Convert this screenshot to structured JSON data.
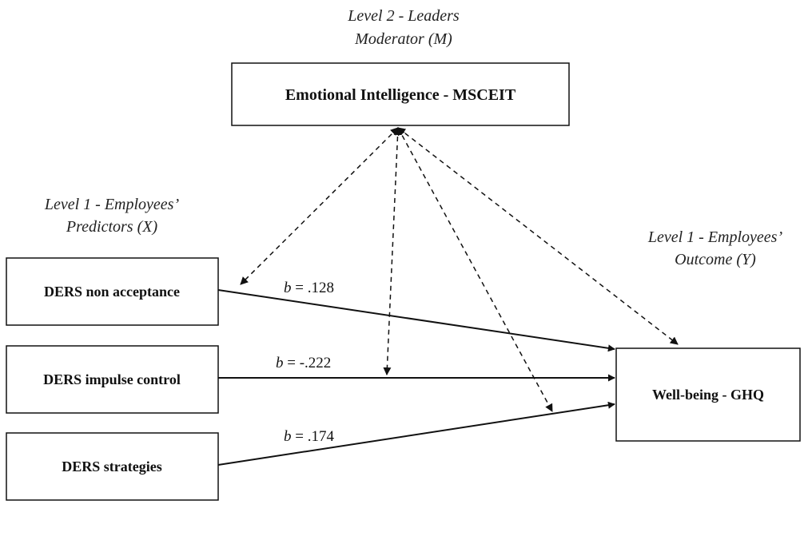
{
  "moderator_heading": {
    "line1": "Level 2 - Leaders",
    "line2": "Moderator (M)"
  },
  "predictors_heading": {
    "line1": "Level 1 - Employees’",
    "line2": "Predictors (X)"
  },
  "outcome_heading": {
    "line1": "Level 1 - Employees’",
    "line2": "Outcome (Y)"
  },
  "boxes": {
    "moderator": "Emotional Intelligence - MSCEIT",
    "predictor_1": "DERS non acceptance",
    "predictor_2": "DERS impulse control",
    "predictor_3": "DERS strategies",
    "outcome": "Well-being - GHQ"
  },
  "coefficients": {
    "symbol": "b",
    "path_1": " = .128",
    "path_2": " = -.222",
    "path_3": " = .174"
  }
}
